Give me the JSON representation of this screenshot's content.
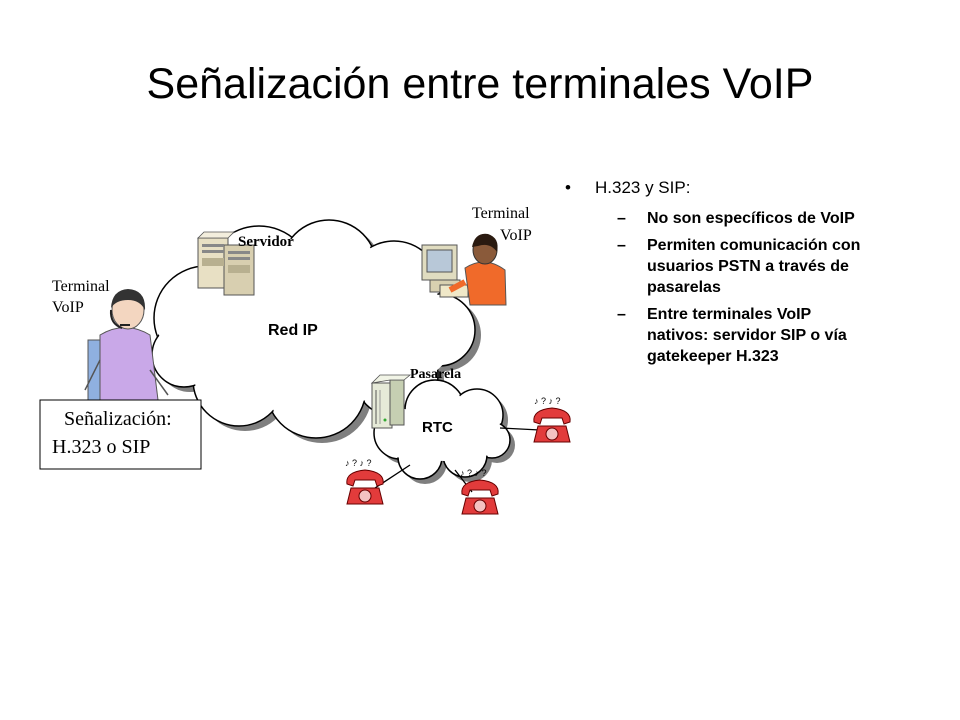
{
  "slide": {
    "title": "Señalización entre terminales VoIP"
  },
  "bullets": {
    "main": "H.323  y SIP:",
    "subs": [
      "No son específicos de VoIP",
      "Permiten comunicación con usuarios PSTN a través de pasarelas",
      "Entre terminales VoIP nativos: servidor SIP o vía gatekeeper H.323"
    ]
  },
  "diagram": {
    "servidor": "Servidor",
    "red_ip": "Red IP",
    "pasarela": "Pasarela",
    "rtc": "RTC",
    "terminal_left_1": "Terminal",
    "terminal_left_2": "VoIP",
    "terminal_right_1": "Terminal",
    "terminal_right_2": "VoIP",
    "signal_1": "Señalización:",
    "signal_2": "H.323 o SIP"
  },
  "colors": {
    "phone_red": "#e23b3b",
    "server_beige": "#e8e0c4",
    "person_purple": "#c9a8e8",
    "person_orange": "#f06a2a"
  }
}
